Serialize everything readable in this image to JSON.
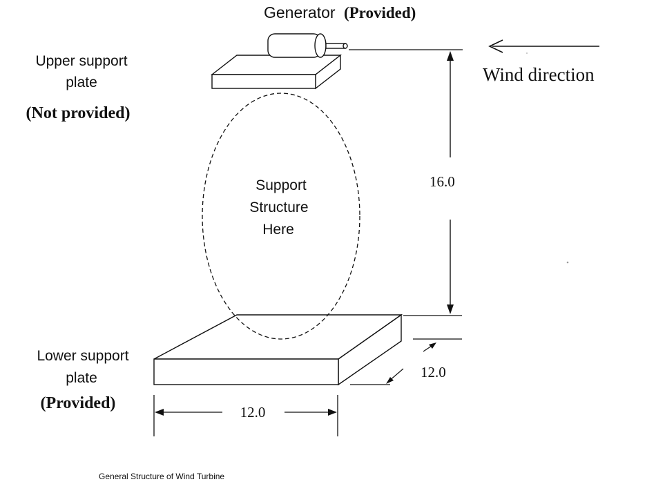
{
  "labels": {
    "generator": "Generator",
    "generator_provided": "(Provided)",
    "upper_line1": "Upper support",
    "upper_line2": "plate",
    "upper_status": "(Not provided)",
    "wind": "Wind direction",
    "support_line1": "Support",
    "support_line2": "Structure",
    "support_line3": "Here",
    "height_dim": "16.0",
    "lower_line1": "Lower support",
    "lower_line2": "plate",
    "lower_status": "(Provided)",
    "depth_dim": "12.0",
    "width_dim": "12.0"
  },
  "caption": "General Structure of Wind Turbine"
}
